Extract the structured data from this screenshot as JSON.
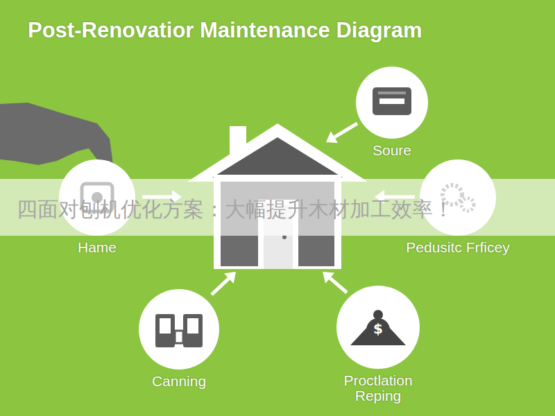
{
  "diagram": {
    "title": "Post-Renovatior Maintenance Diagram",
    "nodes": [
      {
        "text": [
          "Soure"
        ]
      },
      {
        "text": [
          "Hame"
        ]
      },
      {
        "text": [
          "Pedusitc Frficey"
        ]
      },
      {
        "text": [
          "Canning"
        ]
      },
      {
        "text": [
          "Proctlation Reping"
        ]
      }
    ],
    "labels": [
      "四面对刨机优化方案：大幅提升木材加工效率！",
      "$"
    ]
  }
}
